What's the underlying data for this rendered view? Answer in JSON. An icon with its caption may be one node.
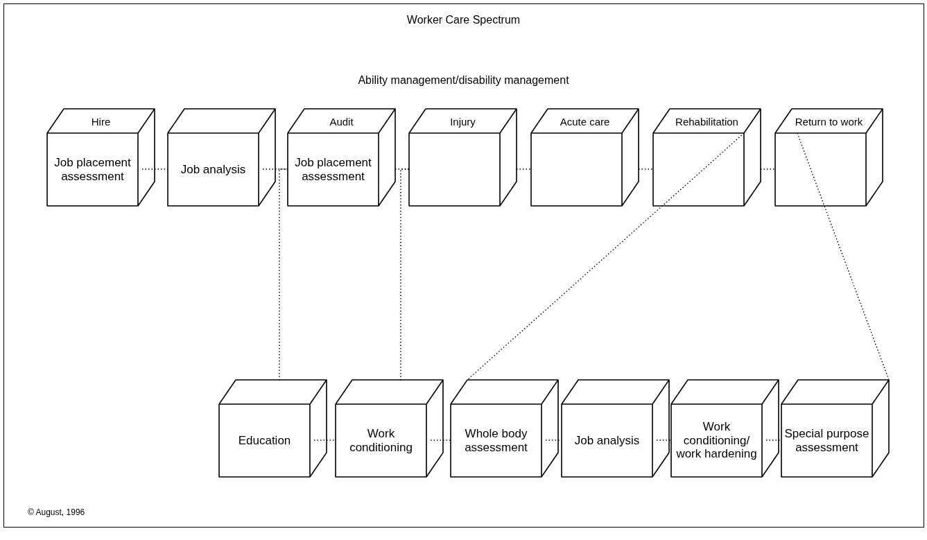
{
  "diagram": {
    "title": "Worker Care Spectrum",
    "nodes": [
      {
        "text": [
          "Hire",
          "Job placement assessment"
        ]
      },
      {
        "text": [
          "Job analysis"
        ]
      },
      {
        "text": [
          "Audit",
          "Job placement assessment"
        ]
      },
      {
        "text": [
          "Injury"
        ]
      },
      {
        "text": [
          "Acute care"
        ]
      },
      {
        "text": [
          "Rehabilitation"
        ]
      },
      {
        "text": [
          "Return to work"
        ]
      },
      {
        "text": [
          "Education"
        ]
      },
      {
        "text": [
          "Work conditioning"
        ]
      },
      {
        "text": [
          "Whole body assessment"
        ]
      },
      {
        "text": [
          "Job analysis"
        ]
      },
      {
        "text": [
          "Work conditioning/ work hardening"
        ]
      },
      {
        "text": [
          "Special purpose assessment"
        ]
      }
    ],
    "edges": [
      {
        "from": 0,
        "to": 1,
        "arrow": "none"
      },
      {
        "from": 1,
        "to": 2,
        "arrow": "none"
      },
      {
        "from": 2,
        "to": 3,
        "arrow": "none"
      },
      {
        "from": 3,
        "to": 4,
        "arrow": "none"
      },
      {
        "from": 4,
        "to": 5,
        "arrow": "none"
      },
      {
        "from": 5,
        "to": 6,
        "arrow": "none"
      },
      {
        "from": 2,
        "to": 7,
        "arrow": "none"
      },
      {
        "from": 3,
        "to": 8,
        "arrow": "none"
      },
      {
        "from": 5,
        "to": 9,
        "arrow": "none"
      },
      {
        "from": 6,
        "to": 12,
        "arrow": "none"
      },
      {
        "from": 7,
        "to": 8,
        "arrow": "none"
      },
      {
        "from": 8,
        "to": 9,
        "arrow": "none"
      },
      {
        "from": 9,
        "to": 10,
        "arrow": "none"
      },
      {
        "from": 10,
        "to": 11,
        "arrow": "none"
      },
      {
        "from": 11,
        "to": 12,
        "arrow": "none"
      }
    ],
    "labels": [
      "Ability management/disability management",
      "© August, 1996"
    ]
  }
}
